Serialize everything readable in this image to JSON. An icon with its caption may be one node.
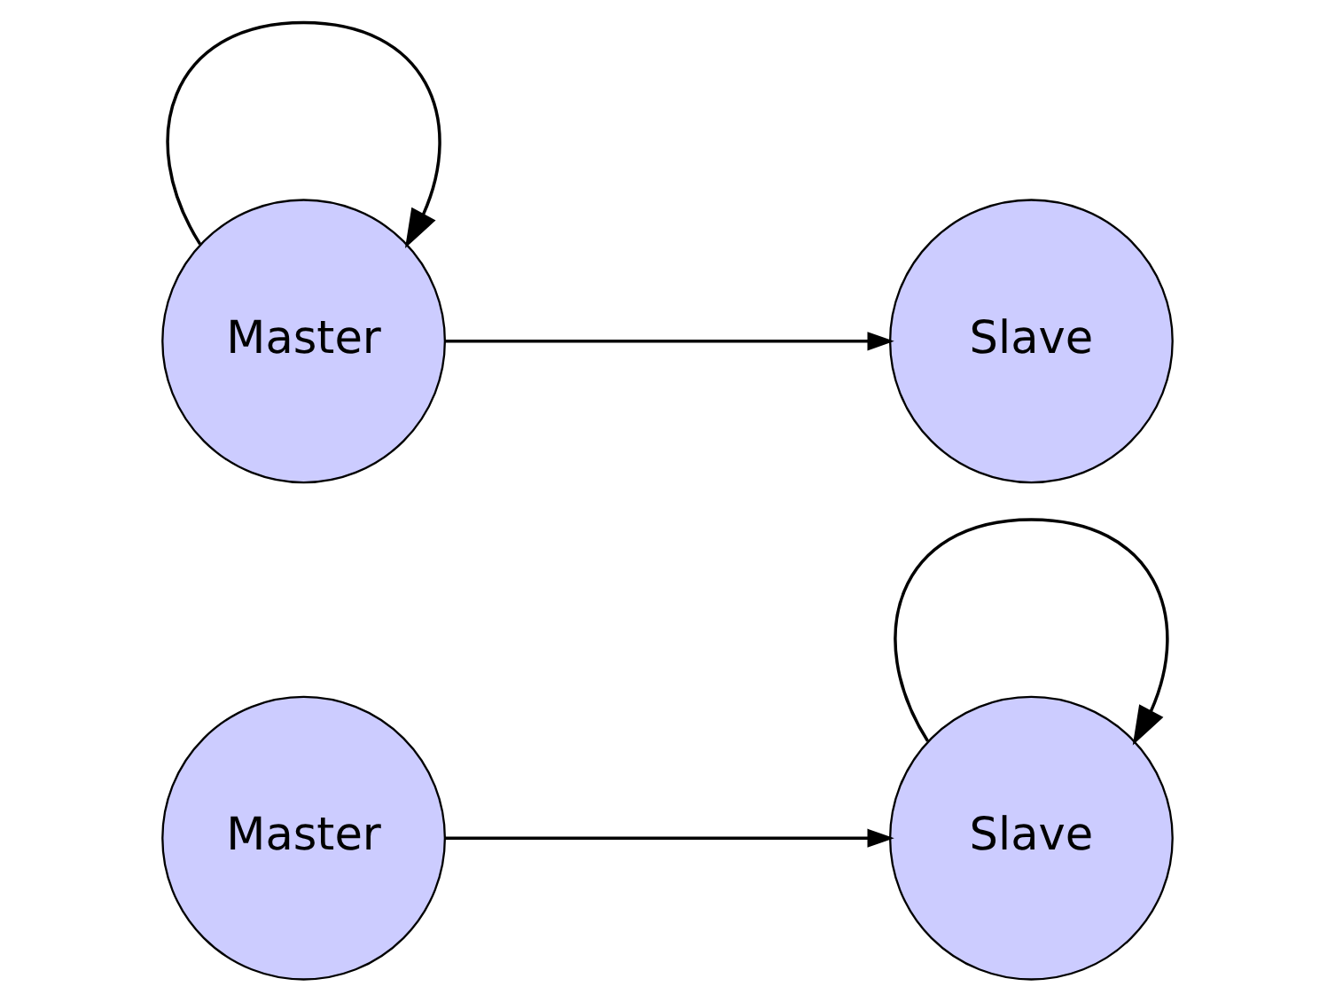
{
  "diagram": {
    "nodes": [
      {
        "text": [
          "Master"
        ]
      },
      {
        "text": [
          "Slave"
        ]
      },
      {
        "text": [
          "Master"
        ]
      },
      {
        "text": [
          "Slave"
        ]
      }
    ],
    "edges": [
      {
        "from": 0,
        "to": 1,
        "arrow": "to"
      },
      {
        "from": 1,
        "to": 1,
        "arrow": "to"
      },
      {
        "from": 2,
        "to": 3,
        "arrow": "to"
      },
      {
        "from": 2,
        "to": 2,
        "arrow": "to"
      }
    ]
  }
}
